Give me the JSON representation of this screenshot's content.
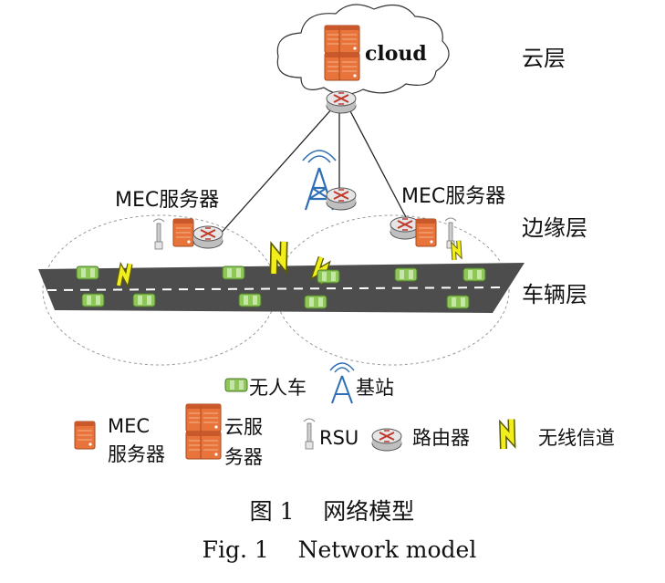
{
  "labels": {
    "cloud": "cloud",
    "cloud_layer": "云层",
    "edge_layer": "边缘层",
    "vehicle_layer": "车辆层",
    "mec_left": "MEC服务器",
    "mec_right": "MEC服务器"
  },
  "legend": {
    "car": "无人车",
    "base_station": "基站",
    "mec_line1": "MEC",
    "mec_line2": "服务器",
    "cloud_server_line1": "云服",
    "cloud_server_line2": "务器",
    "rsu": "RSU",
    "router": "路由器",
    "wireless": "无线信道"
  },
  "caption": {
    "cn": "图 1    网络模型",
    "en": "Fig. 1    Network model"
  },
  "colors": {
    "server": "#e8743b",
    "car": "#8fc65a",
    "road": "#4d4d4d",
    "lightning": "#f2ee1c",
    "tower": "#2f6fb5",
    "router": "#d9d9d9"
  },
  "icons": [
    "cloud-icon",
    "server-icon",
    "router-icon",
    "tower-icon",
    "rsu-icon",
    "car-icon",
    "lightning-icon"
  ]
}
